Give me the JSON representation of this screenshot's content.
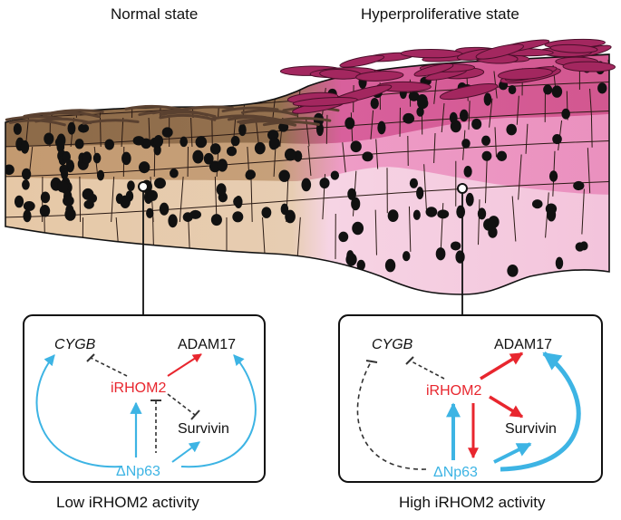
{
  "titles": {
    "normal": "Normal state",
    "hyper": "Hyperproliferative state"
  },
  "panels": {
    "left": {
      "cygb": "CYGB",
      "adam17": "ADAM17",
      "irhom2": "iRHOM2",
      "survivin": "Survivin",
      "np63": "ΔNp63",
      "caption": "Low iRHOM2 activity"
    },
    "right": {
      "cygb": "CYGB",
      "adam17": "ADAM17",
      "irhom2": "iRHOM2",
      "survivin": "Survivin",
      "np63": "ΔNp63",
      "caption": "High iRHOM2 activity"
    }
  },
  "colors": {
    "activation_blue": "#3db4e4",
    "irhom2_red": "#e8262e",
    "inhibition": "#333333",
    "normal_tissue": "#c9a27a",
    "hyper_tissue": "#e37ab0",
    "cornified_hyper": "#a3275f"
  }
}
